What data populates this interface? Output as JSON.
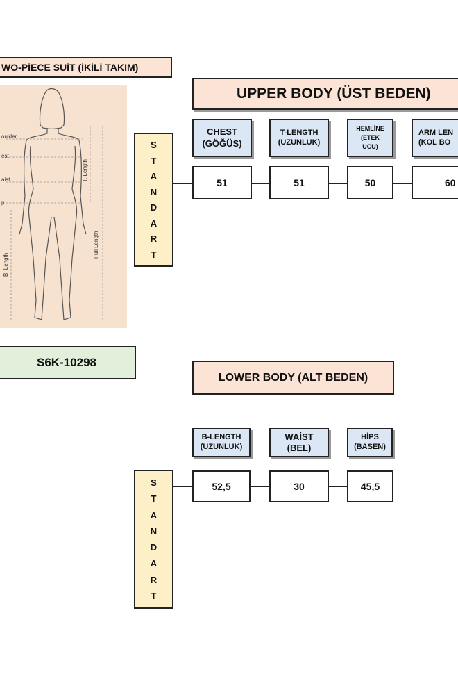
{
  "title": "TWO-PİECE SUİT (İKİLİ TAKIM)",
  "title_visible": "WO-PİECE SUİT (İKİLİ TAKIM)",
  "product_code": "S6K-10298",
  "figure": {
    "labels": {
      "shoulder": "oulder",
      "chest": "est",
      "waist": "aist",
      "hip": "p",
      "t_length": "T. Length",
      "full_length": "Full Length",
      "b_length": "B. Length"
    }
  },
  "standart_letters": [
    "S",
    "T",
    "A",
    "N",
    "D",
    "A",
    "R",
    "T"
  ],
  "upper": {
    "title": "UPPER BODY (ÜST BEDEN)",
    "columns": [
      {
        "line1": "CHEST",
        "line2": "(GÖĞÜS)",
        "value": "51"
      },
      {
        "line1": "T-LENGTH",
        "line2": "(UZUNLUK)",
        "value": "51"
      },
      {
        "line1": "HEMLİNE",
        "line2": "(ETEK",
        "line3": "UCU)",
        "value": "50"
      },
      {
        "line1": "ARM LEN",
        "line2": "(KOL BO",
        "value": "60"
      }
    ]
  },
  "lower": {
    "title": "LOWER BODY (ALT BEDEN)",
    "columns": [
      {
        "line1": "B-LENGTH",
        "line2": "(UZUNLUK)",
        "value": "52,5"
      },
      {
        "line1": "WAİST",
        "line2": "(BEL)",
        "value": "30"
      },
      {
        "line1": "HİPS",
        "line2": "(BASEN)",
        "value": "45,5"
      }
    ]
  }
}
